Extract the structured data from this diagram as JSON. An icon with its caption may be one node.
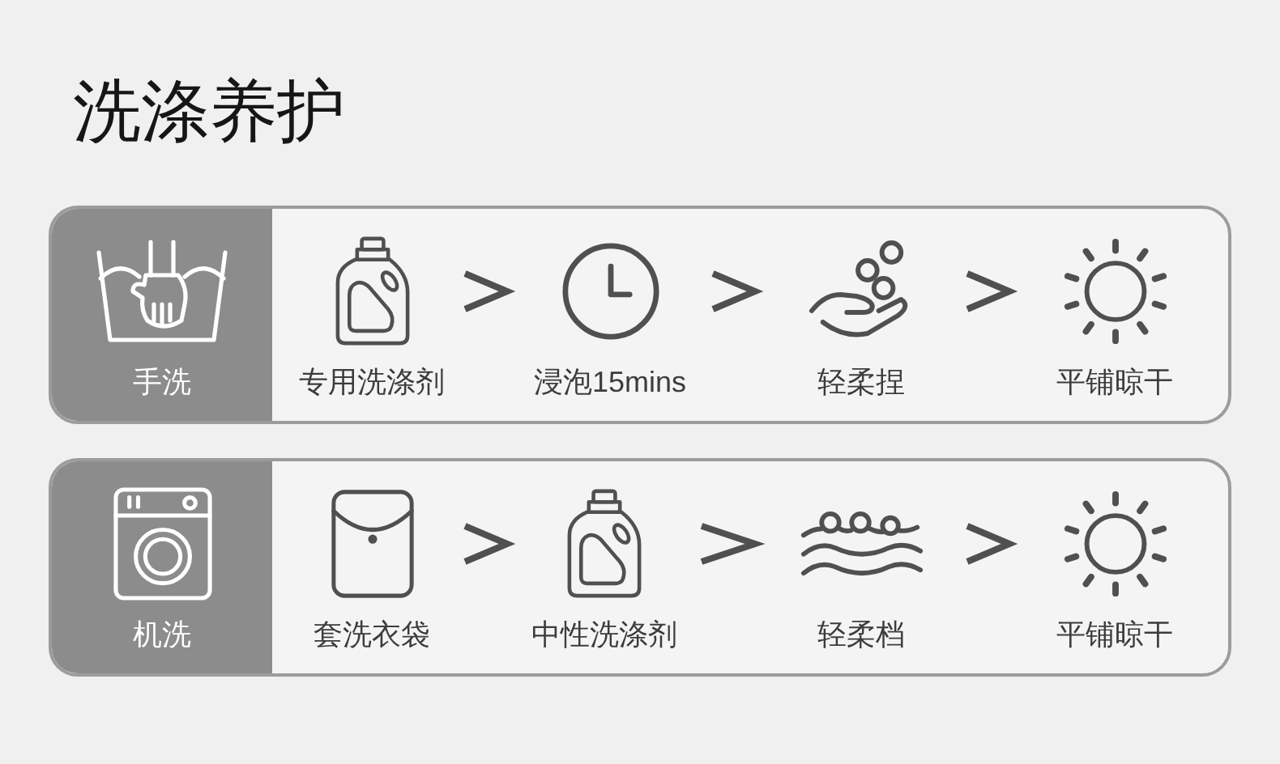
{
  "diagram": {
    "title": "洗涤养护",
    "nodes": [
      {
        "text": [
          "手洗"
        ]
      },
      {
        "text": [
          "专用洗涤剂"
        ],
        "in": 0
      },
      {
        "text": [
          "浸泡15mins"
        ],
        "in": 0
      },
      {
        "text": [
          "轻柔捏"
        ],
        "in": 0
      },
      {
        "text": [
          "平铺晾干"
        ],
        "in": 0
      },
      {
        "text": [
          "机洗"
        ]
      },
      {
        "text": [
          "套洗衣袋"
        ],
        "in": 5
      },
      {
        "text": [
          "中性洗涤剂"
        ],
        "in": 5
      },
      {
        "text": [
          "轻柔档"
        ],
        "in": 5
      },
      {
        "text": [
          "平铺晾干"
        ],
        "in": 5
      }
    ],
    "edges": [
      {
        "from": 1,
        "to": 2,
        "arrow": "to"
      },
      {
        "from": 2,
        "to": 3,
        "arrow": "to"
      },
      {
        "from": 3,
        "to": 4,
        "arrow": "to"
      },
      {
        "from": 6,
        "to": 7,
        "arrow": "to"
      },
      {
        "from": 7,
        "to": 8,
        "arrow": "to"
      },
      {
        "from": 8,
        "to": 9,
        "arrow": "to"
      }
    ]
  }
}
